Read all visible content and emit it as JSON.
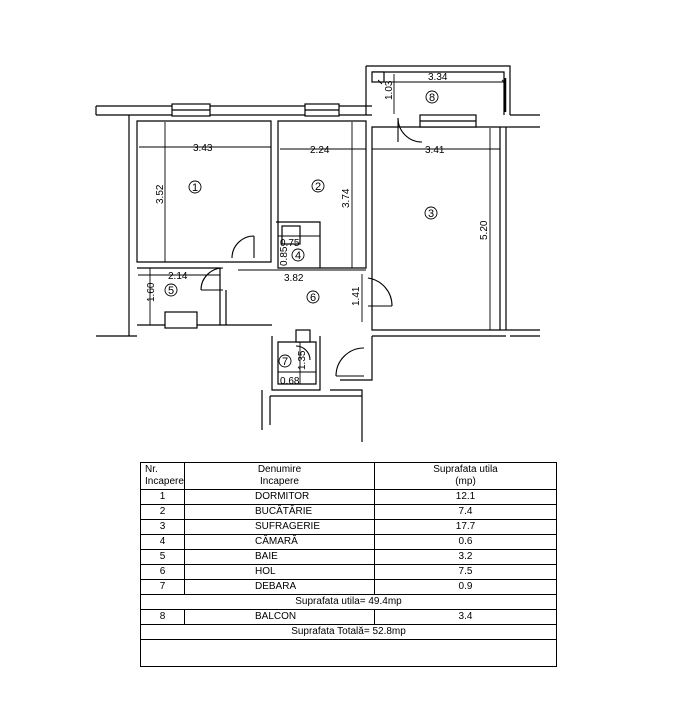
{
  "plan": {
    "dimensions": {
      "balcony_width": "3.34",
      "balcony_depth": "1.03",
      "room1_width": "3.43",
      "room1_depth": "3.52",
      "room2_width": "2.24",
      "room2_depth": "3.74",
      "room3_width": "3.41",
      "room3_depth": "5.20",
      "pantry_width": "0.75",
      "pantry_depth": "0.85",
      "bath_width": "2.14",
      "bath_depth": "1.60",
      "hall_width": "3.82",
      "hall_depth": "1.41",
      "closet_width": "0.68",
      "closet_depth": "1.35"
    },
    "room_labels": [
      "1",
      "2",
      "3",
      "4",
      "5",
      "6",
      "7",
      "8"
    ]
  },
  "legend": {
    "headers": {
      "nr": [
        "Nr.",
        "Incapere"
      ],
      "name": [
        "Denumire",
        "Incapere"
      ],
      "area": [
        "Suprafata utila",
        "(mp)"
      ]
    },
    "rooms": [
      {
        "nr": "1",
        "name": "DORMITOR",
        "area": "12.1"
      },
      {
        "nr": "2",
        "name": "BUCĂTĂRIE",
        "area": "7.4"
      },
      {
        "nr": "3",
        "name": "SUFRAGERIE",
        "area": "17.7"
      },
      {
        "nr": "4",
        "name": "CĂMARĂ",
        "area": "0.6"
      },
      {
        "nr": "5",
        "name": "BAIE",
        "area": "3.2"
      },
      {
        "nr": "6",
        "name": "HOL",
        "area": "7.5"
      },
      {
        "nr": "7",
        "name": "DEBARA",
        "area": "0.9"
      }
    ],
    "useful_total": "Suprafata utila= 49.4mp",
    "balcony": {
      "nr": "8",
      "name": "BALCON",
      "area": "3.4"
    },
    "grand_total": "Suprafata Totală= 52.8mp"
  }
}
